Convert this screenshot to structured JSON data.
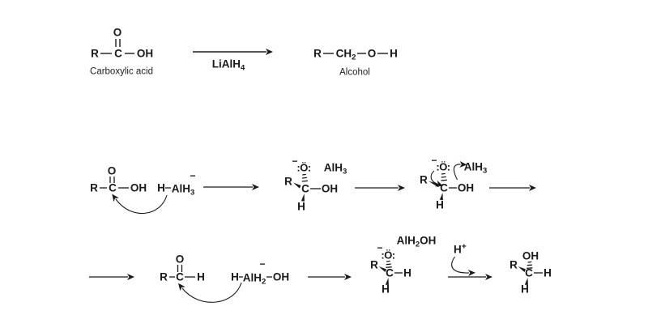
{
  "top": {
    "acid": {
      "r": "R",
      "c": "C",
      "o": "O",
      "oh": "OH",
      "label": "Carboxylic acid"
    },
    "reagent": {
      "pre": "LiAlH",
      "sub": "4"
    },
    "alcohol": {
      "r": "R",
      "ch": "CH",
      "ch_sub": "2",
      "o": "O",
      "h": "H",
      "label": "Alcohol"
    }
  },
  "row2": {
    "acid": {
      "r": "R",
      "c": "C",
      "o": "O",
      "oh": "OH"
    },
    "hydride": {
      "h": "H",
      "al": "AlH",
      "al_sub": "3",
      "charge": "−"
    },
    "int1": {
      "charge": "−",
      "o": ":Ö:",
      "al": "AlH",
      "al_sub": "3",
      "r": "R",
      "c": "C",
      "oh": "OH",
      "h": "H"
    },
    "int2": {
      "charge": "−",
      "o": ":Ö:",
      "al": "AlH",
      "al_sub": "3",
      "r": "R",
      "c": "C",
      "oh": "OH",
      "h": "H"
    }
  },
  "row3": {
    "aldehyde": {
      "r": "R",
      "c": "C",
      "o": "O",
      "h": "H"
    },
    "hydride": {
      "h": "H",
      "al": "AlH",
      "al_sub": "2",
      "oh": "OH",
      "charge": "−"
    },
    "alkoxide": {
      "al_pre": "AlH",
      "al_sub": "2",
      "al_post": "OH",
      "charge": "−",
      "o": ":Ö:",
      "r": "R",
      "c": "C",
      "h_right": "H",
      "h_bottom": "H"
    },
    "proton": {
      "h": "H",
      "charge": "+"
    },
    "alcohol": {
      "r": "R",
      "oh": "OH",
      "c": "C",
      "h_right": "H",
      "h_bottom": "H"
    }
  },
  "colors": {
    "ink": "#1a1a1a",
    "background": "#ffffff"
  }
}
